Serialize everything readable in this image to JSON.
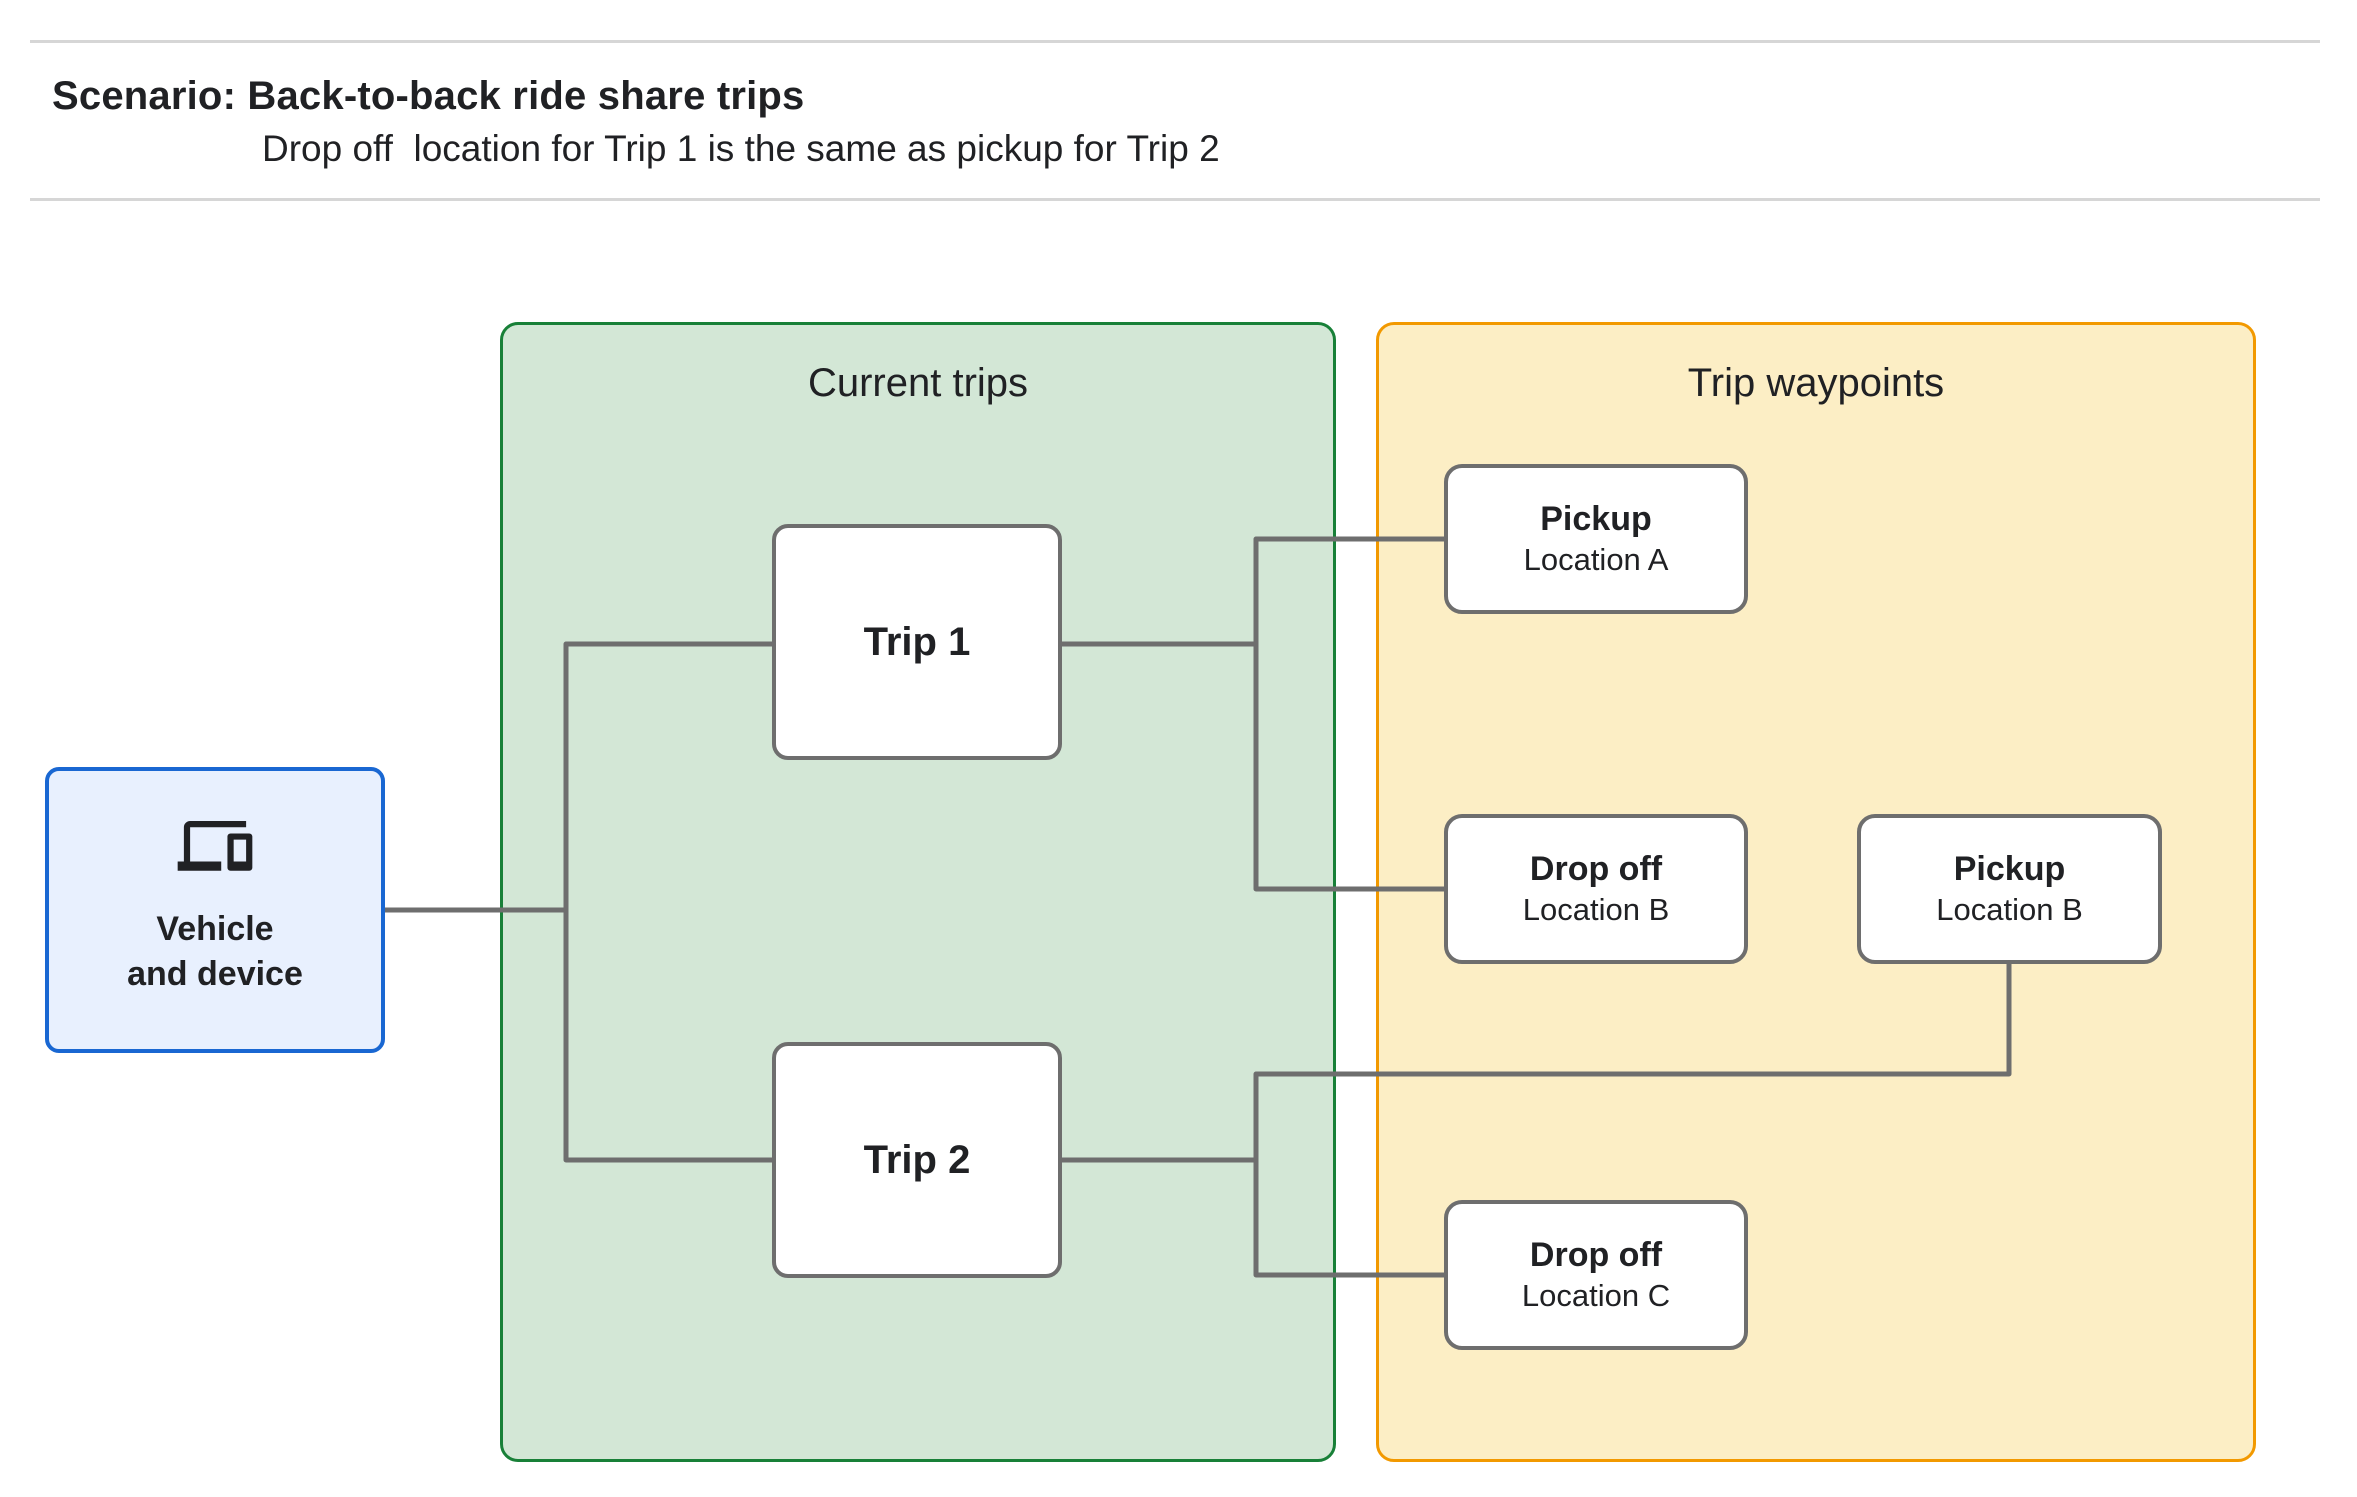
{
  "header": {
    "title": "Scenario: Back-to-back ride share trips",
    "subtitle": "Drop off  location for Trip 1 is the same as pickup for Trip 2"
  },
  "panels": {
    "current_trips": {
      "label": "Current trips"
    },
    "trip_waypoints": {
      "label": "Trip waypoints"
    }
  },
  "nodes": {
    "vehicle": {
      "line1": "Vehicle",
      "line2": "and device",
      "icon": "devices-icon"
    },
    "trip1": {
      "label": "Trip 1"
    },
    "trip2": {
      "label": "Trip 2"
    },
    "pickup_a": {
      "title": "Pickup",
      "subtitle": "Location A"
    },
    "dropoff_b": {
      "title": "Drop off",
      "subtitle": "Location B"
    },
    "pickup_b": {
      "title": "Pickup",
      "subtitle": "Location B"
    },
    "dropoff_c": {
      "title": "Drop off",
      "subtitle": "Location C"
    }
  },
  "colors": {
    "text_dark": "#202124",
    "rule_gray": "#D6D6D6",
    "green_fill": "#D3E7D6",
    "green_border": "#188038",
    "yellow_fill": "#FCEEC5",
    "orange_border": "#F29900",
    "blue_fill": "#E8F0FE",
    "blue_border": "#1967D2",
    "connector_gray": "#6E6E6E"
  }
}
